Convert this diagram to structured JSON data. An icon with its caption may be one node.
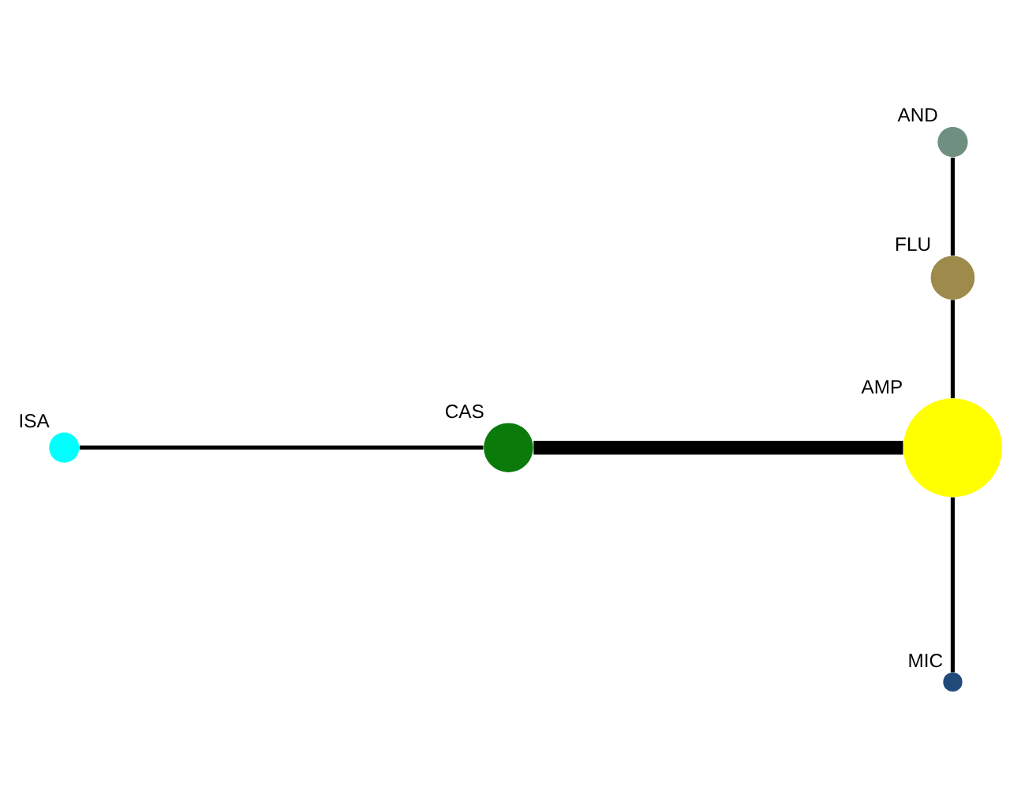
{
  "diagram": {
    "nodes": [
      {
        "text": [],
        "shape": "circle",
        "beside": [
          "CAS"
        ]
      },
      {
        "text": [],
        "shape": "circle",
        "beside": [
          "AND"
        ]
      },
      {
        "text": [],
        "shape": "circle",
        "beside": [
          "FLU"
        ]
      },
      {
        "text": [],
        "shape": "circle",
        "beside": [
          "AMP"
        ]
      },
      {
        "text": [],
        "shape": "circle",
        "beside": [
          "ISA"
        ]
      },
      {
        "text": [],
        "shape": "circle",
        "beside": [
          "MIC"
        ]
      }
    ],
    "edges": [
      {
        "from": 0,
        "to": 3,
        "arrow": "none",
        "style": "thick"
      },
      {
        "from": 1,
        "to": 2,
        "arrow": "none"
      },
      {
        "from": 0,
        "to": 4,
        "arrow": "none"
      },
      {
        "from": 2,
        "to": 3,
        "arrow": "none"
      },
      {
        "from": 3,
        "to": 5,
        "arrow": "none"
      }
    ]
  }
}
